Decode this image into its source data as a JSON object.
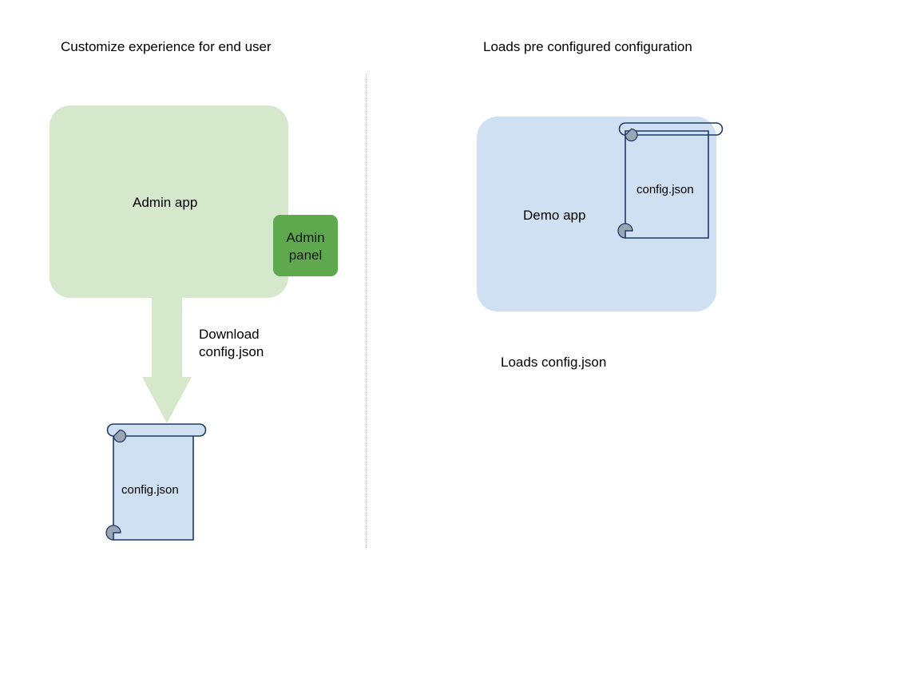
{
  "columns": {
    "left": {
      "heading": "Customize experience for end user",
      "app": {
        "label": "Admin app",
        "chip_label": "Admin\npanel",
        "chip_line1": "Admin",
        "chip_line2": "panel",
        "fill": "#d6e8cc",
        "chip_fill": "#5fa84e"
      },
      "arrow": {
        "label_line1": "Download",
        "label_line2": "config.json",
        "fill": "#d6e8cc",
        "direction": "down"
      },
      "document": {
        "label": "config.json",
        "fill": "#cfe0f3",
        "stroke": "#1f3864",
        "curl_fill": "#9aa6b4"
      }
    },
    "right": {
      "heading": "Loads pre configured configuration",
      "app": {
        "label": "Demo app",
        "fill": "#cfe0f3"
      },
      "document": {
        "label": "config.json",
        "fill": "none",
        "stroke": "#1f3864",
        "curl_fill": "#9aa6b4"
      },
      "caption": "Loads config.json"
    }
  },
  "divider": {
    "style": "dotted",
    "color": "#b6b6b6"
  }
}
